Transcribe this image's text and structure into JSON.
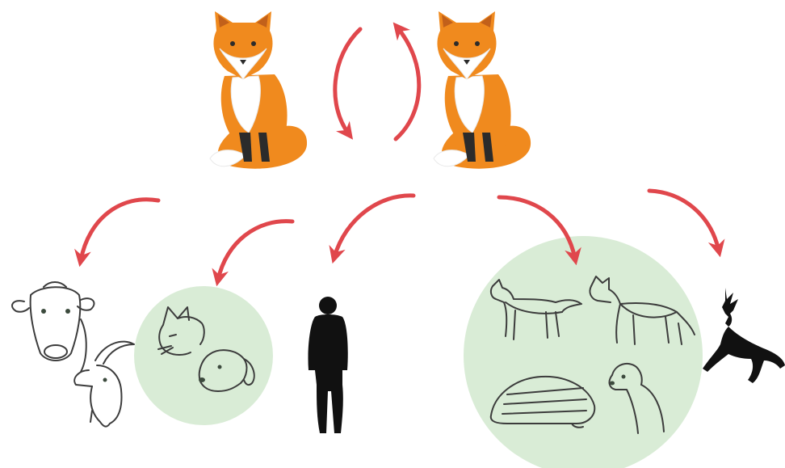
{
  "colors": {
    "arrow": "#e0474c",
    "circle": "#d9ecd6",
    "fox_orange": "#f08a1e",
    "silhouette": "#111111"
  },
  "nodes": {
    "fox_left": {
      "icon": "fox-icon"
    },
    "fox_right": {
      "icon": "fox-icon"
    },
    "livestock": {
      "icons": [
        "cow-icon",
        "goat-icon"
      ]
    },
    "pets": {
      "icons": [
        "cat-icon",
        "dog-icon"
      ]
    },
    "human": {
      "icon": "person-silhouette-icon"
    },
    "wild_carnivores": {
      "icons": [
        "wolf-icon",
        "wolf-icon",
        "badger-icon",
        "marten-icon"
      ]
    },
    "wild_herbivore": {
      "icon": "deer-silhouette-icon"
    }
  },
  "arrows": {
    "between_foxes": [
      "arrow-down-curved",
      "arrow-up-curved"
    ],
    "from_foxes": [
      "to-livestock",
      "to-pets",
      "to-human",
      "to-wild-carnivores",
      "to-deer"
    ]
  }
}
